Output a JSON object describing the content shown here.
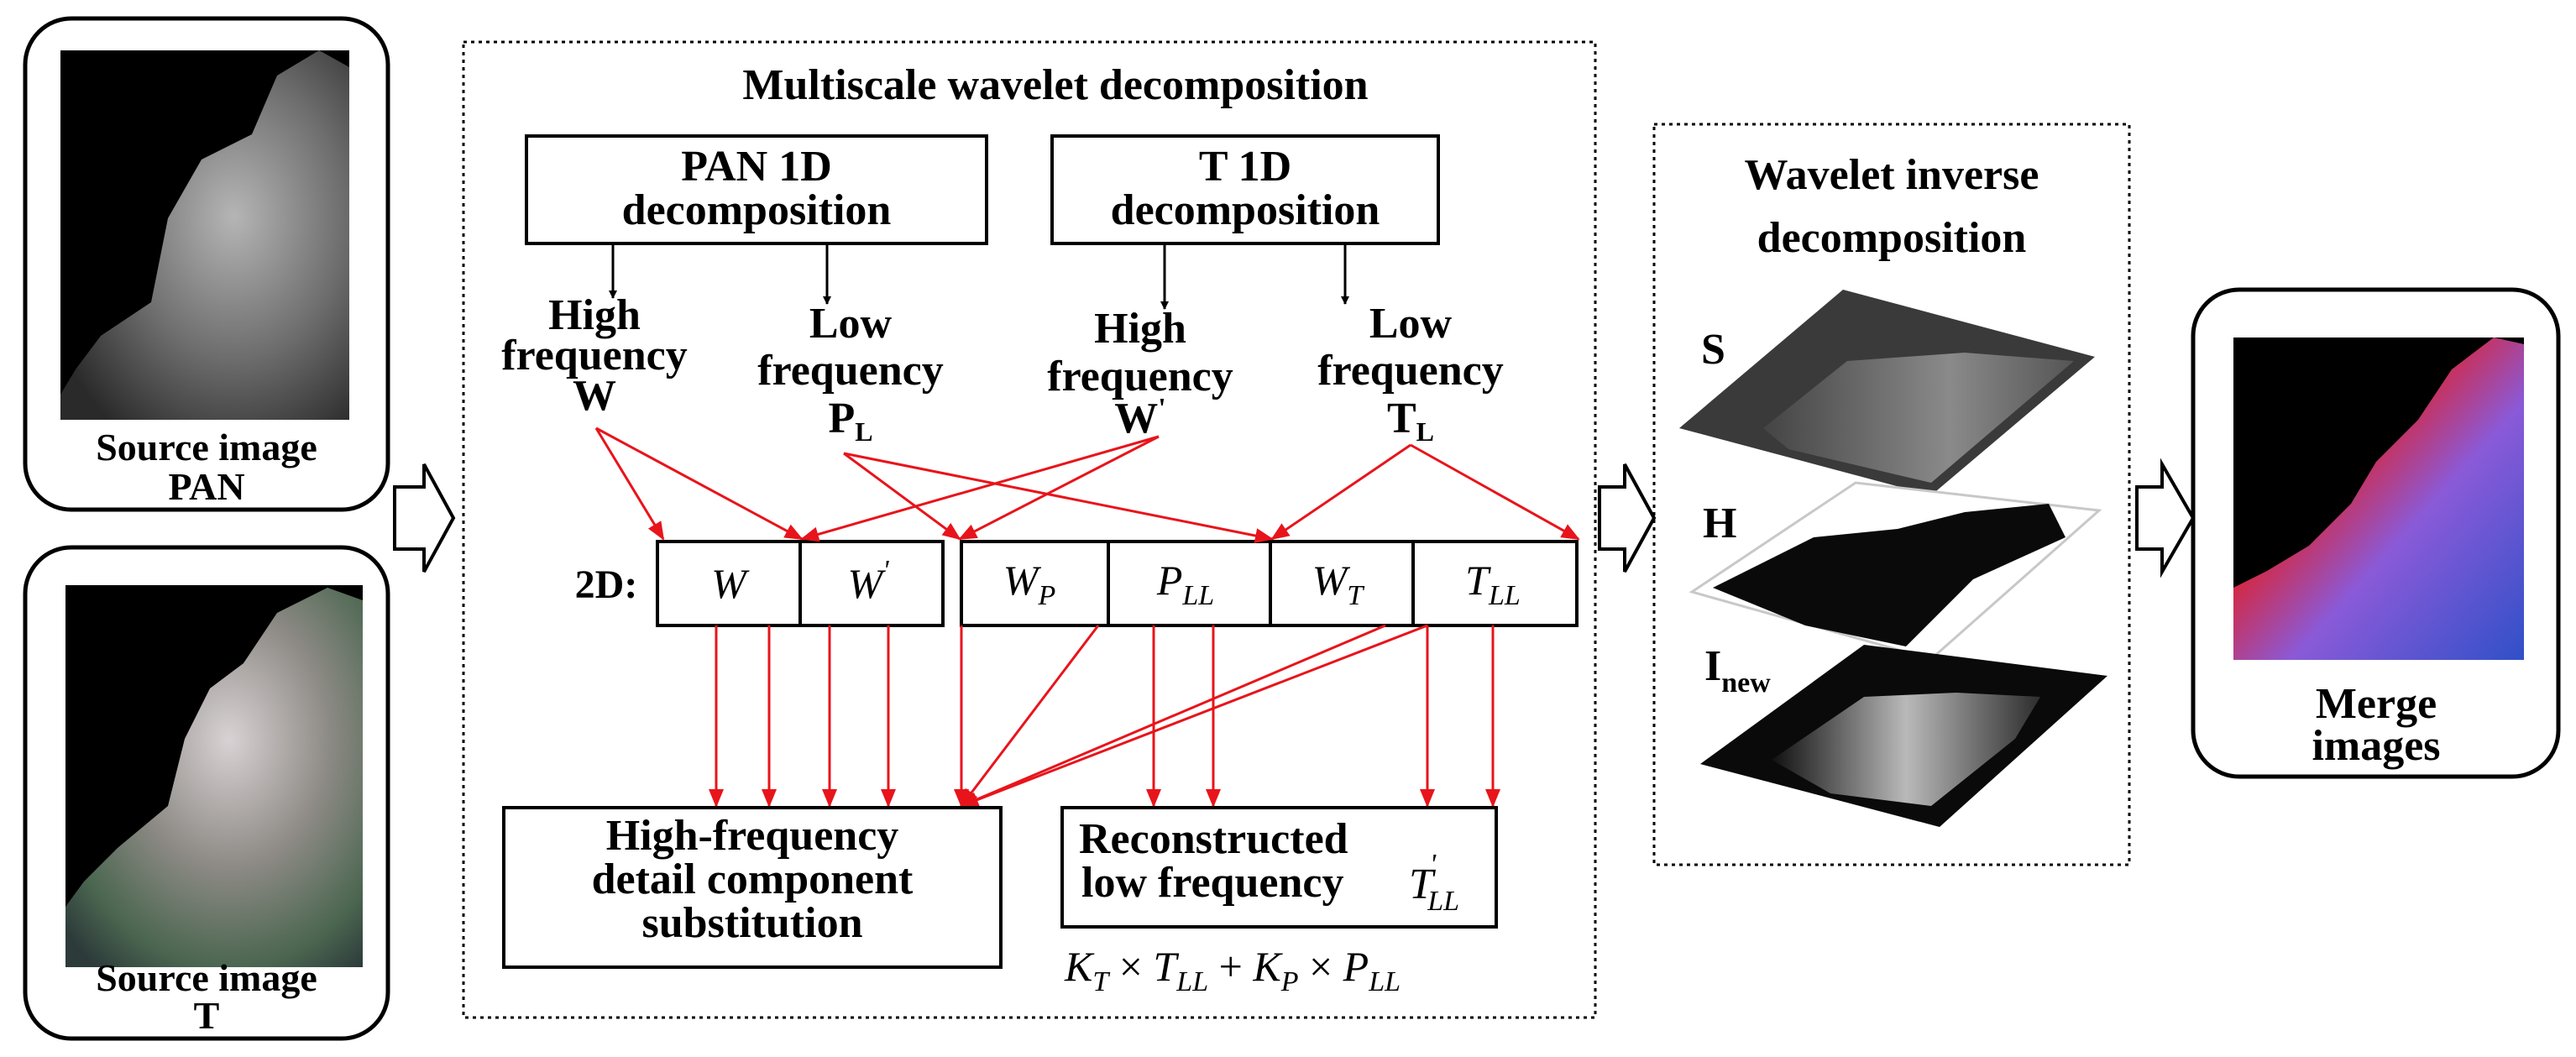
{
  "source_pan": {
    "line1": "Source image",
    "line2": "PAN"
  },
  "source_t": {
    "line1": "Source image",
    "line2": "T"
  },
  "multiscale": {
    "title": "Multiscale wavelet decomposition",
    "pan_box": {
      "line1": "PAN 1D",
      "line2": "decomposition"
    },
    "t_box": {
      "line1": "T 1D",
      "line2": "decomposition"
    },
    "pan_high": {
      "line1": "High",
      "line2": "frequency",
      "line3": "W"
    },
    "pan_low": {
      "line1": "Low",
      "line2": "frequency",
      "symbol": "P",
      "sub": "L"
    },
    "t_high": {
      "line1": "High",
      "line2": "frequency",
      "symbol": "W",
      "prime": "'"
    },
    "t_low": {
      "line1": "Low",
      "line2": "frequency",
      "symbol": "T",
      "sub": "L"
    },
    "row_label": "2D:",
    "cells": [
      {
        "main": "W",
        "sub": "",
        "sup": ""
      },
      {
        "main": "W",
        "sub": "",
        "sup": "'"
      },
      {
        "main": "W",
        "sub": "P",
        "sup": ""
      },
      {
        "main": "P",
        "sub": "LL",
        "sup": ""
      },
      {
        "main": "W",
        "sub": "T",
        "sup": ""
      },
      {
        "main": "T",
        "sub": "LL",
        "sup": ""
      }
    ],
    "hf_box": {
      "line1": "High-frequency",
      "line2": "detail component",
      "line3": "substitution"
    },
    "lf_box": {
      "line1": "Reconstructed",
      "line2": "low frequency",
      "symbol": "T",
      "sup": "'",
      "sub": "LL"
    },
    "formula": {
      "k1": "K",
      "k1_sub": "T",
      "t": "T",
      "t_sub": "LL",
      "times": "×",
      "plus": "+",
      "k2": "K",
      "k2_sub": "P",
      "p": "P",
      "p_sub": "LL"
    }
  },
  "inverse": {
    "title_line1": "Wavelet inverse",
    "title_line2": "decomposition",
    "layer_s": "S",
    "layer_h": "H",
    "layer_i": "I",
    "layer_i_sub": "new"
  },
  "merge": {
    "line1": "Merge",
    "line2": "images"
  },
  "colors": {
    "arrow_red": "#e8141b",
    "line_black": "#000000"
  }
}
